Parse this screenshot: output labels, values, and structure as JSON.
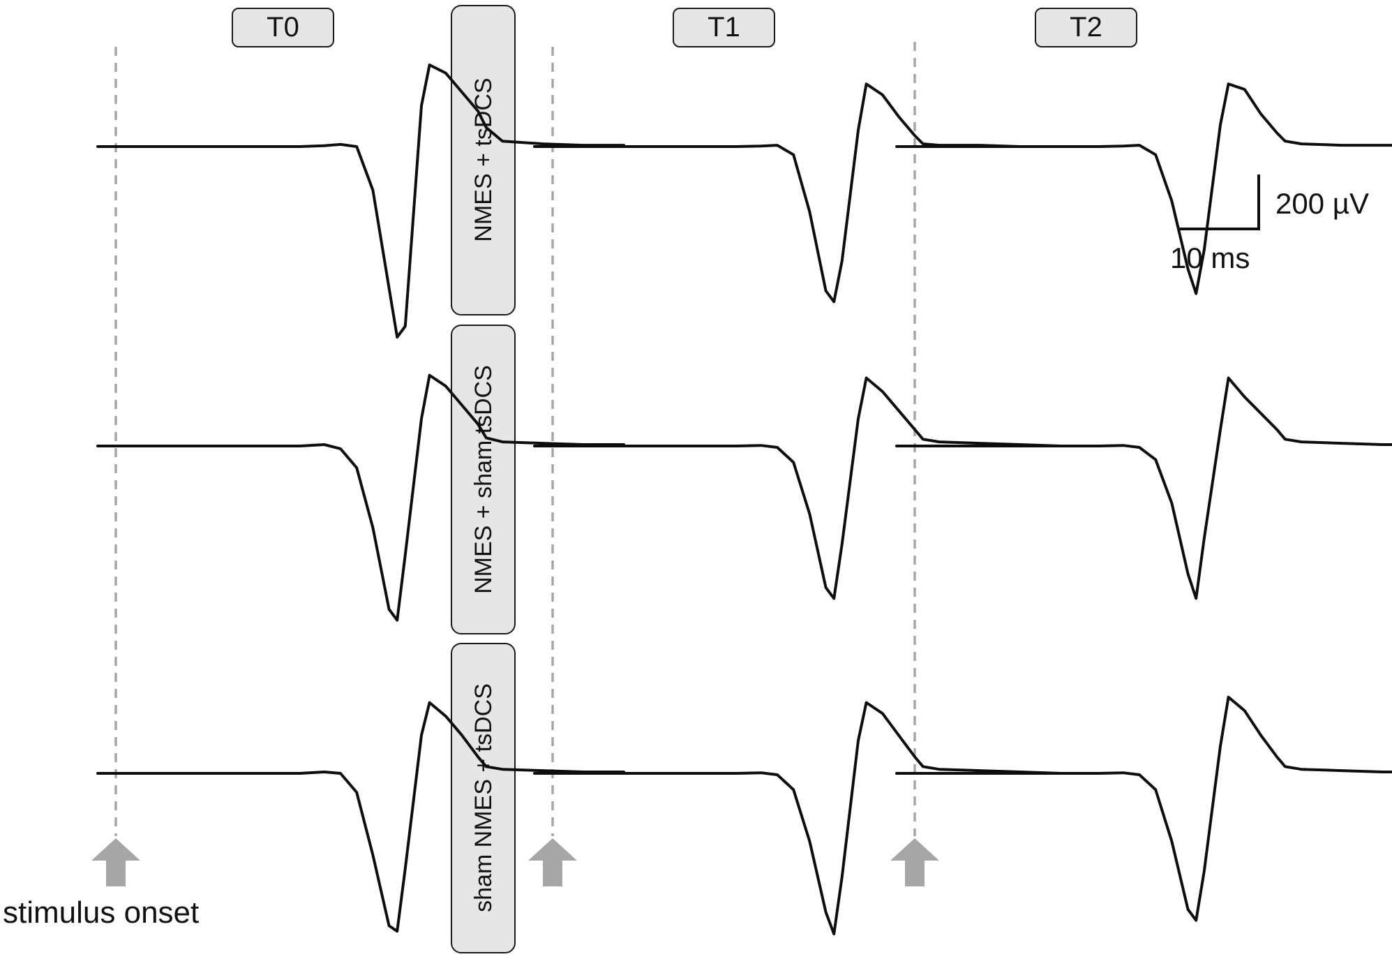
{
  "colors": {
    "trace": "#0d0d0d",
    "onset_marker": "#a6a6a6",
    "label_box_fill": "#e6e6e6",
    "label_box_stroke": "#1a1a1a"
  },
  "labels": {
    "time_points": [
      "T0",
      "T1",
      "T2"
    ],
    "conditions": [
      "NMES + tsDCS",
      "NMES + sham tsDCS",
      "sham NMES + tsDCS"
    ],
    "stimulus_onset": "stimulus onset",
    "scale_amplitude": "200 µV",
    "scale_time": "10 ms"
  },
  "icons": {
    "onset_arrow": "up-arrow-icon"
  },
  "chart_data": {
    "type": "line",
    "title": "",
    "xlabel": "",
    "ylabel": "",
    "grid": false,
    "legend": "none",
    "units": {
      "x": "ms",
      "y": "µV"
    },
    "scale_bar": {
      "time_ms": 10,
      "amplitude_uV": 200
    },
    "stimulus_onset_ms": 0,
    "x": [
      0,
      5,
      10,
      15,
      20,
      25,
      28,
      30,
      32,
      34,
      36,
      37,
      38,
      40,
      41,
      43,
      45,
      47,
      48,
      50,
      55,
      60,
      65
    ],
    "series": [
      {
        "condition": "NMES + tsDCS",
        "time_point": "T0",
        "values": [
          0,
          0,
          0,
          0,
          0,
          0,
          3,
          8,
          0,
          -160,
          -520,
          -700,
          -660,
          150,
          300,
          270,
          200,
          130,
          70,
          20,
          10,
          5,
          5
        ]
      },
      {
        "condition": "NMES + tsDCS",
        "time_point": "T1",
        "values": [
          0,
          0,
          0,
          0,
          0,
          0,
          2,
          5,
          -30,
          -240,
          -530,
          -570,
          -420,
          60,
          230,
          190,
          110,
          40,
          10,
          5,
          5,
          0,
          0
        ]
      },
      {
        "condition": "NMES + tsDCS",
        "time_point": "T2",
        "values": [
          0,
          0,
          0,
          0,
          0,
          0,
          2,
          5,
          -30,
          -200,
          -450,
          -540,
          -380,
          80,
          230,
          210,
          120,
          50,
          20,
          10,
          5,
          5,
          5
        ]
      },
      {
        "condition": "NMES + sham tsDCS",
        "time_point": "T0",
        "values": [
          0,
          0,
          0,
          0,
          0,
          0,
          5,
          -10,
          -80,
          -300,
          -600,
          -640,
          -400,
          100,
          260,
          220,
          150,
          80,
          30,
          15,
          10,
          5,
          5
        ]
      },
      {
        "condition": "NMES + sham tsDCS",
        "time_point": "T1",
        "values": [
          0,
          0,
          0,
          0,
          0,
          0,
          2,
          -5,
          -60,
          -250,
          -520,
          -560,
          -360,
          100,
          250,
          200,
          130,
          60,
          25,
          15,
          10,
          5,
          0
        ]
      },
      {
        "condition": "NMES + sham tsDCS",
        "time_point": "T2",
        "values": [
          0,
          0,
          0,
          0,
          0,
          0,
          2,
          -5,
          -50,
          -210,
          -470,
          -560,
          -340,
          60,
          250,
          180,
          120,
          60,
          25,
          15,
          10,
          5,
          5
        ]
      },
      {
        "condition": "sham NMES + tsDCS",
        "time_point": "T0",
        "values": [
          0,
          0,
          0,
          0,
          0,
          0,
          5,
          0,
          -70,
          -300,
          -560,
          -580,
          -350,
          140,
          260,
          210,
          140,
          60,
          25,
          15,
          10,
          5,
          5
        ]
      },
      {
        "condition": "sham NMES + tsDCS",
        "time_point": "T1",
        "values": [
          0,
          0,
          0,
          0,
          0,
          0,
          2,
          -5,
          -60,
          -250,
          -510,
          -590,
          -380,
          120,
          260,
          220,
          140,
          60,
          25,
          15,
          10,
          5,
          0
        ]
      },
      {
        "condition": "sham NMES + tsDCS",
        "time_point": "T2",
        "values": [
          0,
          0,
          0,
          0,
          0,
          0,
          2,
          -5,
          -60,
          -250,
          -500,
          -540,
          -360,
          100,
          280,
          230,
          140,
          60,
          25,
          15,
          10,
          5,
          5
        ]
      }
    ]
  }
}
